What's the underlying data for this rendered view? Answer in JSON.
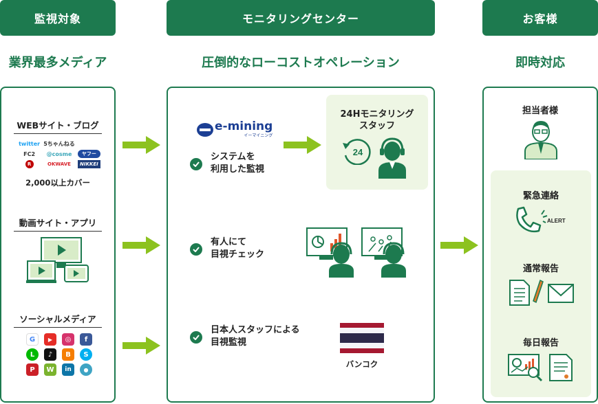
{
  "columns": {
    "left": {
      "header": "監視対象",
      "subtitle": "業界最多メディア"
    },
    "middle": {
      "header": "モニタリングセンター",
      "subtitle": "圧倒的なローコストオペレーション"
    },
    "right": {
      "header": "お客様",
      "subtitle": "即時対応"
    }
  },
  "left_panel": {
    "web": {
      "title": "WEBサイト・ブログ",
      "logos": [
        "twitter",
        "5ちゃんねる",
        "FC2",
        "@cosme",
        "ヤフー",
        "R",
        "OKWAVE",
        "NIKKEI"
      ],
      "coverage": "2,000以上カバー"
    },
    "video": {
      "title": "動画サイト・アプリ"
    },
    "social": {
      "title": "ソーシャルメディア",
      "icons": [
        "G",
        "▶",
        "◎",
        "f",
        "L",
        "♪",
        "B",
        "S",
        "P",
        "W",
        "in",
        "●"
      ]
    }
  },
  "middle_panel": {
    "brand": {
      "name": "e-mining",
      "kana": "イーマイニング"
    },
    "items": [
      {
        "label": "システムを\n利用した監視"
      },
      {
        "label": "有人にて\n目視チェック"
      },
      {
        "label": "日本人スタッフによる\n目視監視"
      }
    ],
    "staff_box": {
      "title": "24Hモニタリング\nスタッフ",
      "clock_label": "24"
    },
    "location": "バンコク"
  },
  "right_panel": {
    "person": "担当者様",
    "contacts": [
      {
        "label": "緊急連絡",
        "badge": "ALERT"
      },
      {
        "label": "通常報告"
      },
      {
        "label": "毎日報告"
      }
    ]
  },
  "colors": {
    "primary": "#1d7a4f",
    "arrow": "#8cc21f",
    "light_bg": "#eef6e4"
  }
}
